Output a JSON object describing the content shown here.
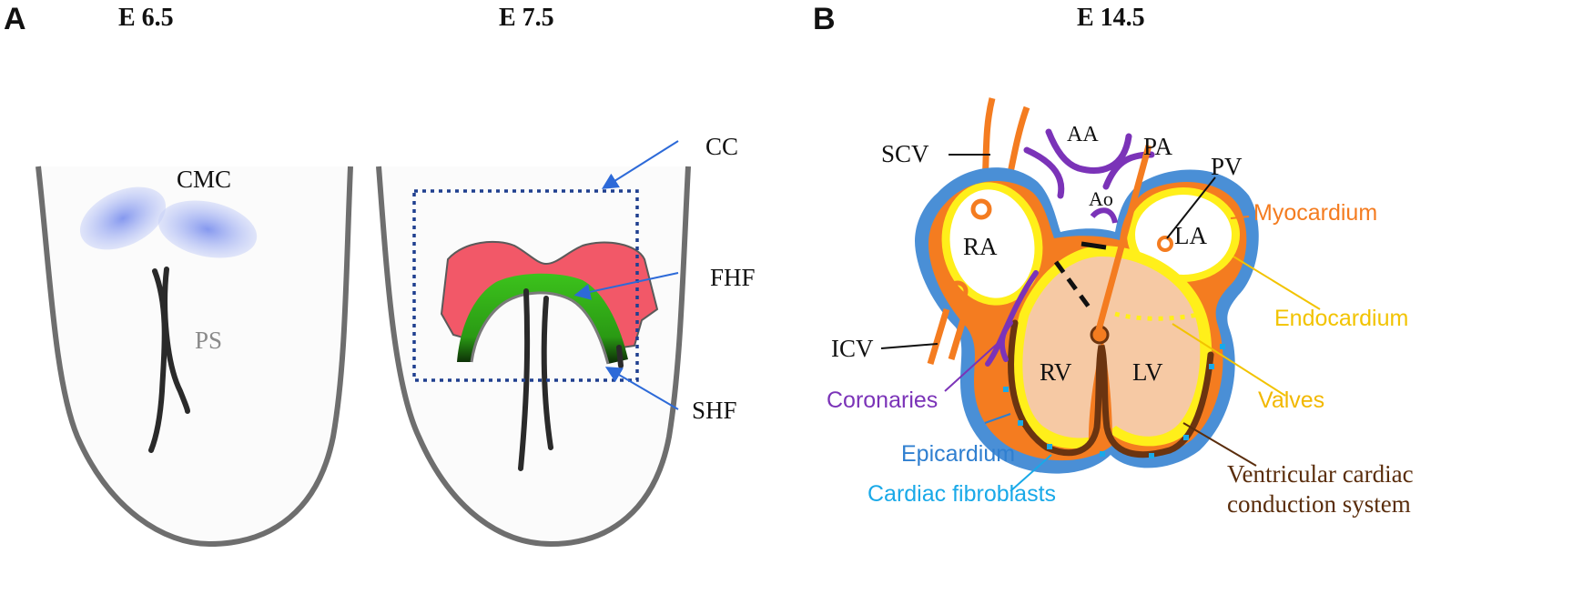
{
  "panels": {
    "a": {
      "letter": "A"
    },
    "b": {
      "letter": "B"
    }
  },
  "stages": {
    "e65": "E 6.5",
    "e75": "E 7.5",
    "e145": "E 14.5"
  },
  "labels_a": {
    "cmc": "CMC",
    "ps": "PS",
    "cc": "CC",
    "fhf": "FHF",
    "shf": "SHF"
  },
  "labels_b": {
    "scv": "SCV",
    "aa": "AA",
    "pa": "PA",
    "ao": "Ao",
    "pv": "PV",
    "ra": "RA",
    "la": "LA",
    "rv": "RV",
    "lv": "LV",
    "icv": "ICV",
    "myocardium": "Myocardium",
    "endocardium": "Endocardium",
    "valves": "Valves",
    "coronaries": "Coronaries",
    "epicardium": "Epicardium",
    "cardiac_fibroblasts": "Cardiac fibroblasts",
    "ventricular_cardiac": "Ventricular cardiac",
    "conduction_system": "conduction system"
  },
  "colors": {
    "embryo_outline": "#6e6e6e",
    "streak": "#2a2a2a",
    "cmc": "#8fa3f0",
    "fhf": "#34b21a",
    "shf_crescent": "#f25868",
    "box": "#1f3f8f",
    "pointer": "#2d6ad8",
    "epicardium": "#4a8fd6",
    "myocardium": "#f47c20",
    "endocardium": "#ffef1a",
    "chamber": "#f6c9a4",
    "coronaries": "#7b33b8",
    "conduction": "#6b3410",
    "fibroblasts": "#19a9e8",
    "label_myocardium": "#f47c20",
    "label_endocardium": "#f2c300",
    "label_valves": "#f2b800",
    "label_coronaries": "#7b33b8",
    "label_epicardium": "#2f7fd0",
    "label_fibroblasts": "#19a9e8",
    "label_conduction": "#5a2d0c"
  }
}
